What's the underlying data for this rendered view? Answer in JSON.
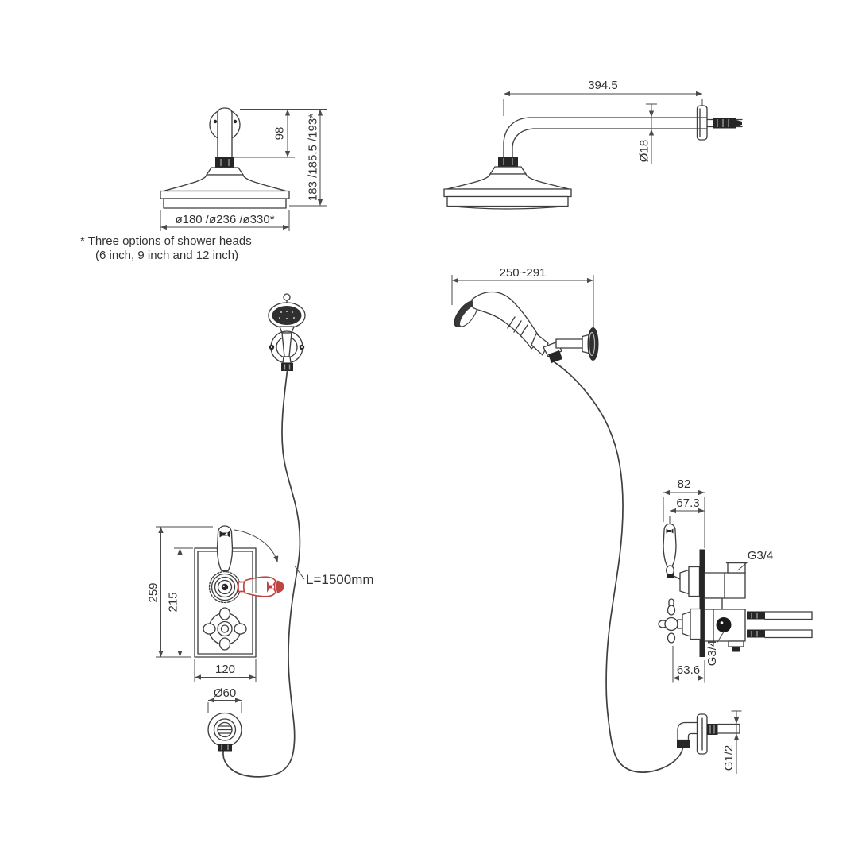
{
  "colors": {
    "background": "#ffffff",
    "line": "#3f3f3f",
    "dimension": "#4a4a4a",
    "text": "#333333",
    "accent_red": "#c04444"
  },
  "views": {
    "fixed_head_front": {
      "arm_height": "98",
      "total_height": "183 /185.5 /193*",
      "head_diameters": "ø180 /ø236 /ø330*"
    },
    "note": {
      "line1": "* Three options of shower heads",
      "line2": "(6 inch, 9 inch and 12 inch)"
    },
    "arm_side": {
      "arm_length": "394.5",
      "arm_diameter": "Ø18"
    },
    "handset_side": {
      "wall_clearance": "250~291"
    },
    "valve_front": {
      "total_height": "259",
      "plate_height": "215",
      "plate_width": "120",
      "outlet_diameter": "Ø60",
      "hose_length": "L=1500mm"
    },
    "valve_side": {
      "depth_max": "82",
      "depth_lever": "67.3",
      "top_connection": "G3/4",
      "bottom_connection": "G3/4",
      "depth_bottom": "63.6"
    },
    "spout_side": {
      "connection": "G1/2"
    }
  }
}
